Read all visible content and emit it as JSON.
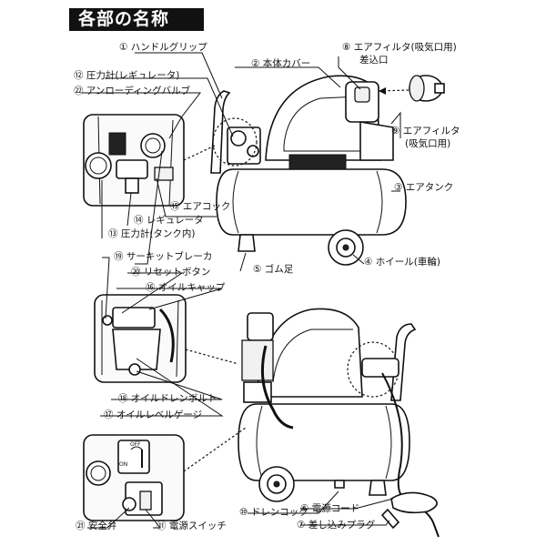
{
  "title": "各部の名称",
  "labels": {
    "l1": "① ハンドルグリップ",
    "l2": "② 本体カバー",
    "l3": "③ エアタンク",
    "l4": "④ ホイール(車輪)",
    "l5": "⑤ ゴム足",
    "l6": "⑥ 電源コード",
    "l7": "⑦ 差し込みプラグ",
    "l8a": "⑧ エアフィルタ(吸気口用)",
    "l8b": "差込口",
    "l9a": "⑨ エアフィルタ",
    "l9b": "(吸気口用)",
    "l10": "⑩ ドレンコック",
    "l11": "⑪ 電源スイッチ",
    "l12": "⑫ 圧力計(レギュレータ)",
    "l13": "⑬ 圧力計(タンク内)",
    "l14": "⑭ レギュレータ",
    "l15": "⑮ エアコック",
    "l16": "⑯ オイルキャップ",
    "l17": "⑰ オイルレベルゲージ",
    "l18": "⑱ オイルドレンボルト",
    "l19": "⑲ サーキットブレーカ",
    "l20": "⑳ リセットボタン",
    "l21": "㉑ 安全弁",
    "l22": "㉒ アンローディングバルブ"
  },
  "switch_marks": {
    "off": "OFF",
    "on": "ON"
  }
}
